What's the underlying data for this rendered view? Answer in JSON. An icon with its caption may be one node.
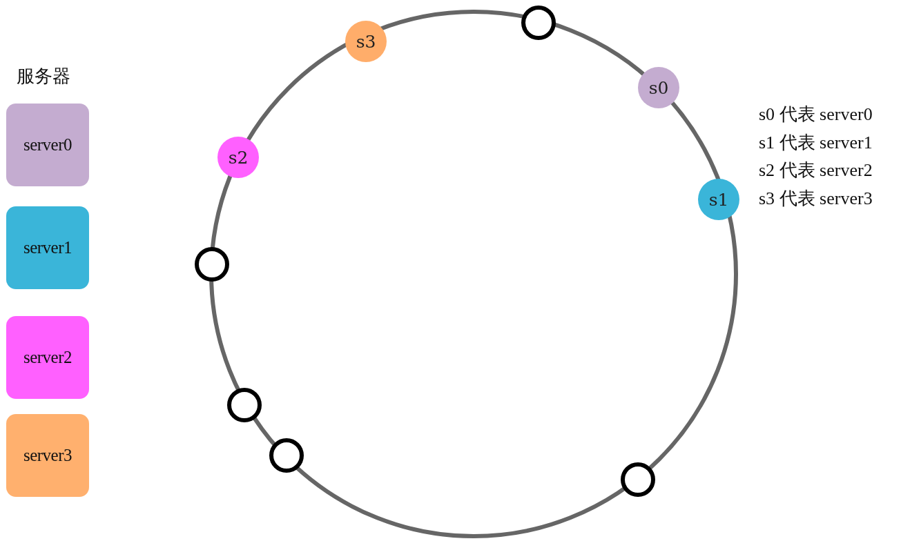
{
  "diagram": {
    "nodes": [
      {
        "text": [
          "server0"
        ]
      },
      {
        "text": [
          "server1"
        ]
      },
      {
        "text": [
          "server2"
        ]
      },
      {
        "text": [
          "server3"
        ]
      },
      {
        "text": [],
        "shape": "circle"
      },
      {
        "text": [
          "s3"
        ]
      },
      {
        "text": [
          "s0"
        ]
      },
      {
        "text": [
          "s2"
        ]
      },
      {
        "text": [
          "s1"
        ]
      },
      {
        "text": [],
        "shape": "circle"
      },
      {
        "text": [],
        "shape": "circle"
      },
      {
        "text": [],
        "shape": "circle"
      },
      {
        "text": [],
        "shape": "circle"
      }
    ],
    "labels": [
      "服务器",
      "s0 代表 server0",
      "s1 代表 server1",
      "s2 代表 server2",
      "s3 代表 server3"
    ]
  }
}
